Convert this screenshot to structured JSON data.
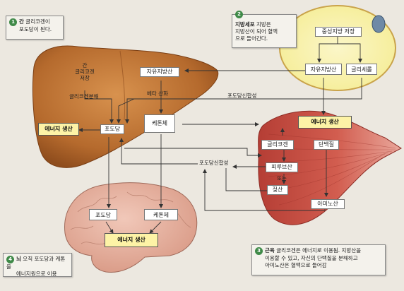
{
  "liver": {
    "glycogen_storage": [
      "간",
      "글리코겐",
      "저장"
    ],
    "glycogenolysis": "글리코겐분해",
    "energy": "에너지 생산",
    "glucose": "포도당",
    "free_fatty_acid": "자유지방산",
    "beta_oxidation": "베타 산화",
    "ketone": "케톤체"
  },
  "fat": {
    "storage": "중성지방 저장",
    "free_fatty_acid": "자유지방산",
    "glycerol": "글리세롤"
  },
  "muscle": {
    "energy": "에너지 생산",
    "glycogen": "글리코겐",
    "protein": "단백질",
    "pyruvate": "피루브산",
    "or": "또는",
    "lactate": "젖산",
    "amino_acid": "아미노산"
  },
  "brain": {
    "glucose": "포도당",
    "ketone": "케톤체",
    "energy": "에너지 생산"
  },
  "flow": {
    "gluconeogenesis_top": "포도당신합성",
    "gluconeogenesis_mid": "포도당신합성"
  },
  "callouts": {
    "c1": {
      "num": "1",
      "title": "간",
      "lines": [
        "글리코겐이",
        "포도당이 된다."
      ]
    },
    "c2": {
      "num": "2",
      "title": "지방세포",
      "lines": [
        "지방은",
        "지방산이 되어 혈액",
        "으로 들어간다."
      ]
    },
    "c3": {
      "num": "3",
      "title": "근육",
      "lines": [
        "글리코겐은 에너지로 이용됨. 지방산을",
        "이용할 수 있고, 자신의 단백질을 분해하고",
        "아미노산은 혈액으로 들어감"
      ]
    },
    "c4": {
      "num": "4",
      "title": "뇌",
      "lines": [
        "오직 포도당과 케톤을",
        "에너지원으로 이용"
      ]
    }
  },
  "colors": {
    "liver": "#b56a2d",
    "fat": "#f6ee9c",
    "muscle": "#cf5448",
    "brain": "#e6b3a3",
    "energy_box": "#fdf3a6",
    "badge": "#3f8a48"
  }
}
